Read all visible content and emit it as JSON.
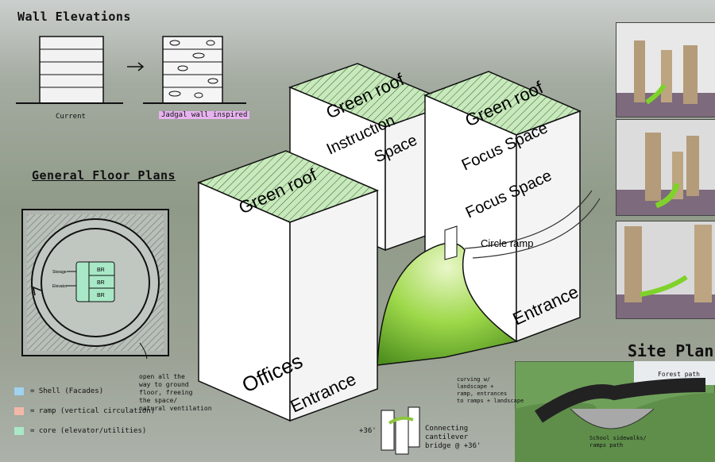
{
  "panels": {
    "wall_elevations": {
      "title": "Wall Elevations",
      "current_label": "Current",
      "inspired_label": "Jadgal wall inspired"
    },
    "floor_plans": {
      "title": "General Floor Plans",
      "core_labels": [
        "BR",
        "BR",
        "BR"
      ],
      "storage_label": "Storage",
      "elevator_label": "Elevator",
      "note": [
        "open all the",
        "way to ground",
        "floor, freeing",
        "the space/",
        "natural ventilation"
      ]
    },
    "legend": [
      {
        "label": "= Shell (Facades)",
        "color": "#9fd3ef"
      },
      {
        "label": "= ramp (vertical circulation)",
        "color": "#f2b9a8"
      },
      {
        "label": "= core (elevator/utilities)",
        "color": "#a9e8c7"
      }
    ],
    "isometric": {
      "green_roof_1": "Green roof",
      "green_roof_2": "Green roof",
      "green_roof_3": "Green roof",
      "instruction": "Instruction",
      "space": "Space",
      "focus_space_top": "Focus Space",
      "focus_space_mid": "Focus Space",
      "circle_ramp": "Circle ramp",
      "offices": "Offices",
      "entrance_left": "Entrance",
      "entrance_right": "Entrance"
    },
    "bridge": {
      "height_left": "+36'",
      "height_right": "Connecting cantilever bridge @ +36'"
    },
    "site_plan": {
      "title": "Site Plan",
      "forest_path": "Forest path",
      "curving_note": [
        "curving w/",
        "landscape +",
        "ramp, entrances",
        "to ramps + landscape"
      ],
      "school_path": [
        "School sidewalks/",
        "ramps path"
      ]
    }
  },
  "colors": {
    "green": "#8cc63f",
    "green_light": "#c6e89a",
    "hatch": "#bfe3b4",
    "core": "#a9e8c7"
  }
}
